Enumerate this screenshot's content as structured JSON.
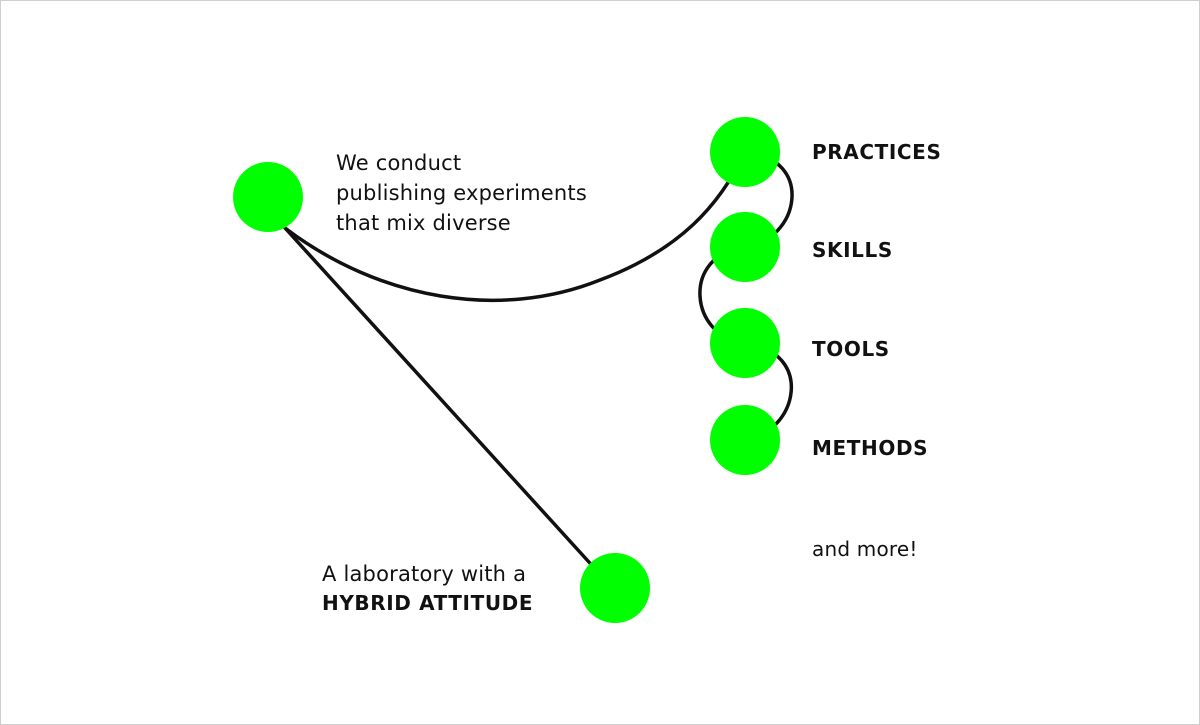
{
  "colors": {
    "node": "#00ff00",
    "ink": "#111111",
    "background": "#ffffff",
    "border": "#cfcfcf"
  },
  "intro": {
    "line1": "We conduct",
    "line2": "publishing experiments",
    "line3": "that mix diverse"
  },
  "items": [
    {
      "label": "PRACTICES"
    },
    {
      "label": "SKILLS"
    },
    {
      "label": "TOOLS"
    },
    {
      "label": "METHODS"
    }
  ],
  "more": "and more!",
  "lab": {
    "line1": "A laboratory with a",
    "line2": "HYBRID ATTITUDE"
  }
}
